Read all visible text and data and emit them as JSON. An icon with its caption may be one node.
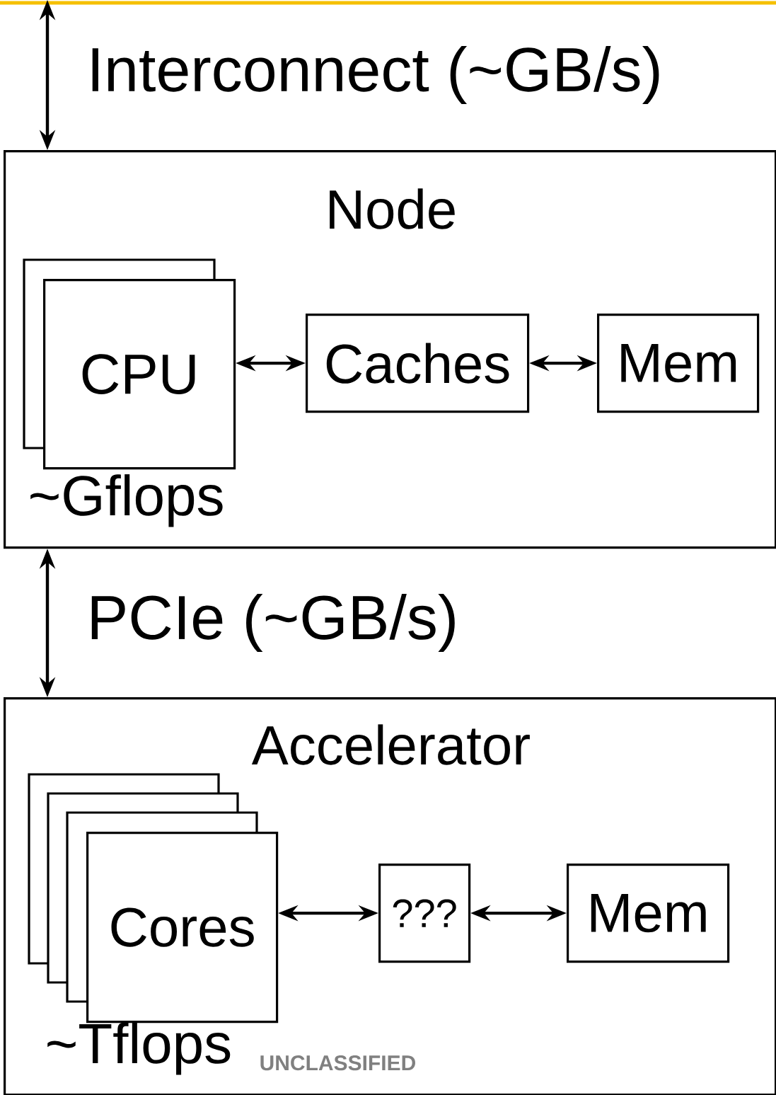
{
  "diagram": {
    "nodes": [
      {
        "text": [
          "Node"
        ]
      },
      {
        "text": [
          "CPU"
        ],
        "in": 0,
        "beside": [
          "~Gflops"
        ]
      },
      {
        "text": [
          "Caches"
        ],
        "in": 0
      },
      {
        "text": [
          "Mem"
        ],
        "in": 0
      },
      {
        "text": [
          "Accelerator"
        ]
      },
      {
        "text": [
          "Cores"
        ],
        "in": 4,
        "beside": [
          "~Tflops"
        ]
      },
      {
        "text": [
          "???"
        ],
        "in": 4
      },
      {
        "text": [
          "Mem"
        ],
        "in": 4
      }
    ],
    "edges": [
      {
        "from": null,
        "to": 0,
        "arrow": "both",
        "label": "Interconnect (~GB/s)"
      },
      {
        "from": 1,
        "to": 2,
        "arrow": "both"
      },
      {
        "from": 2,
        "to": 3,
        "arrow": "both"
      },
      {
        "from": 0,
        "to": 4,
        "arrow": "both",
        "label": "PCIe (~GB/s)"
      },
      {
        "from": 5,
        "to": 6,
        "arrow": "both"
      },
      {
        "from": 6,
        "to": 7,
        "arrow": "both"
      }
    ],
    "labels": [
      "UNCLASSIFIED"
    ]
  }
}
